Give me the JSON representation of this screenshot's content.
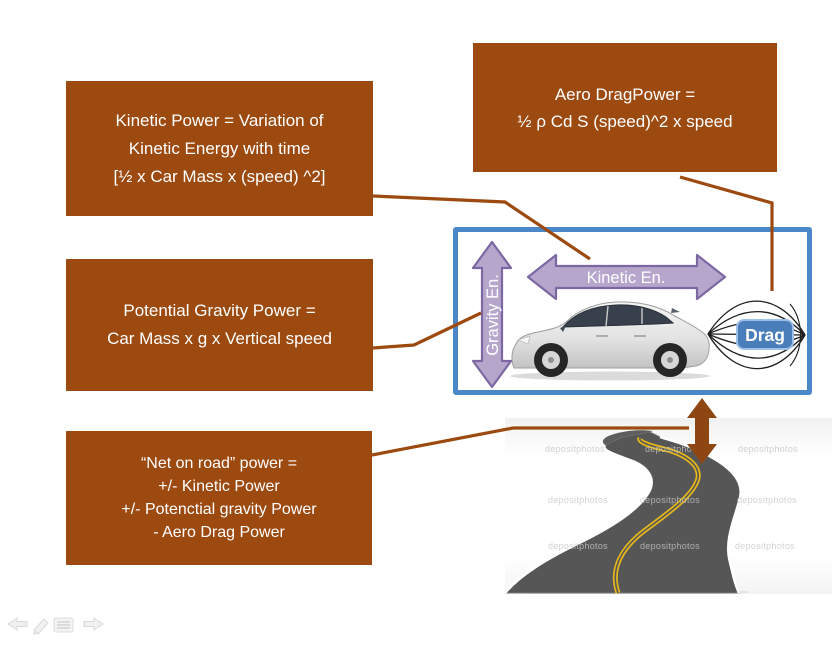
{
  "slide": {
    "boxes": {
      "kinetic": {
        "lines": [
          "Kinetic Power = Variation of",
          "Kinetic Energy with time",
          "[½ x Car Mass x (speed) ^2]"
        ]
      },
      "aero": {
        "lines": [
          "Aero DragPower =",
          "½ ρ Cd S (speed)^2 x speed"
        ]
      },
      "potential": {
        "lines": [
          "Potential Gravity Power =",
          "Car Mass x g x Vertical speed"
        ]
      },
      "net": {
        "lines": [
          "“Net on road” power =",
          "+/- Kinetic Power",
          "+/- Potenctial gravity Power",
          "- Aero Drag Power"
        ]
      }
    },
    "diagram": {
      "gravity_arrow_label": "Gravity En.",
      "kinetic_arrow_label": "Kinetic En.",
      "drag_label": "Drag"
    },
    "road_photo": {
      "watermark": "depositphotos"
    },
    "colors": {
      "box_brown": "#9c4a10",
      "connector_brown": "#9c4a10",
      "elevation_arrow_brown": "#8e4713",
      "frame_blue": "#4a86c8",
      "drag_badge_blue": "#4a7ebb",
      "energy_arrow_purple_fill": "#b6a6cc",
      "energy_arrow_purple_outline": "#7b68a2",
      "road_asphalt": "#565656",
      "road_center_line_yellow": "#e8b81a"
    },
    "presenter_toolbar": {
      "icons": [
        "previous-slide",
        "pen",
        "menu",
        "next-slide"
      ]
    }
  }
}
